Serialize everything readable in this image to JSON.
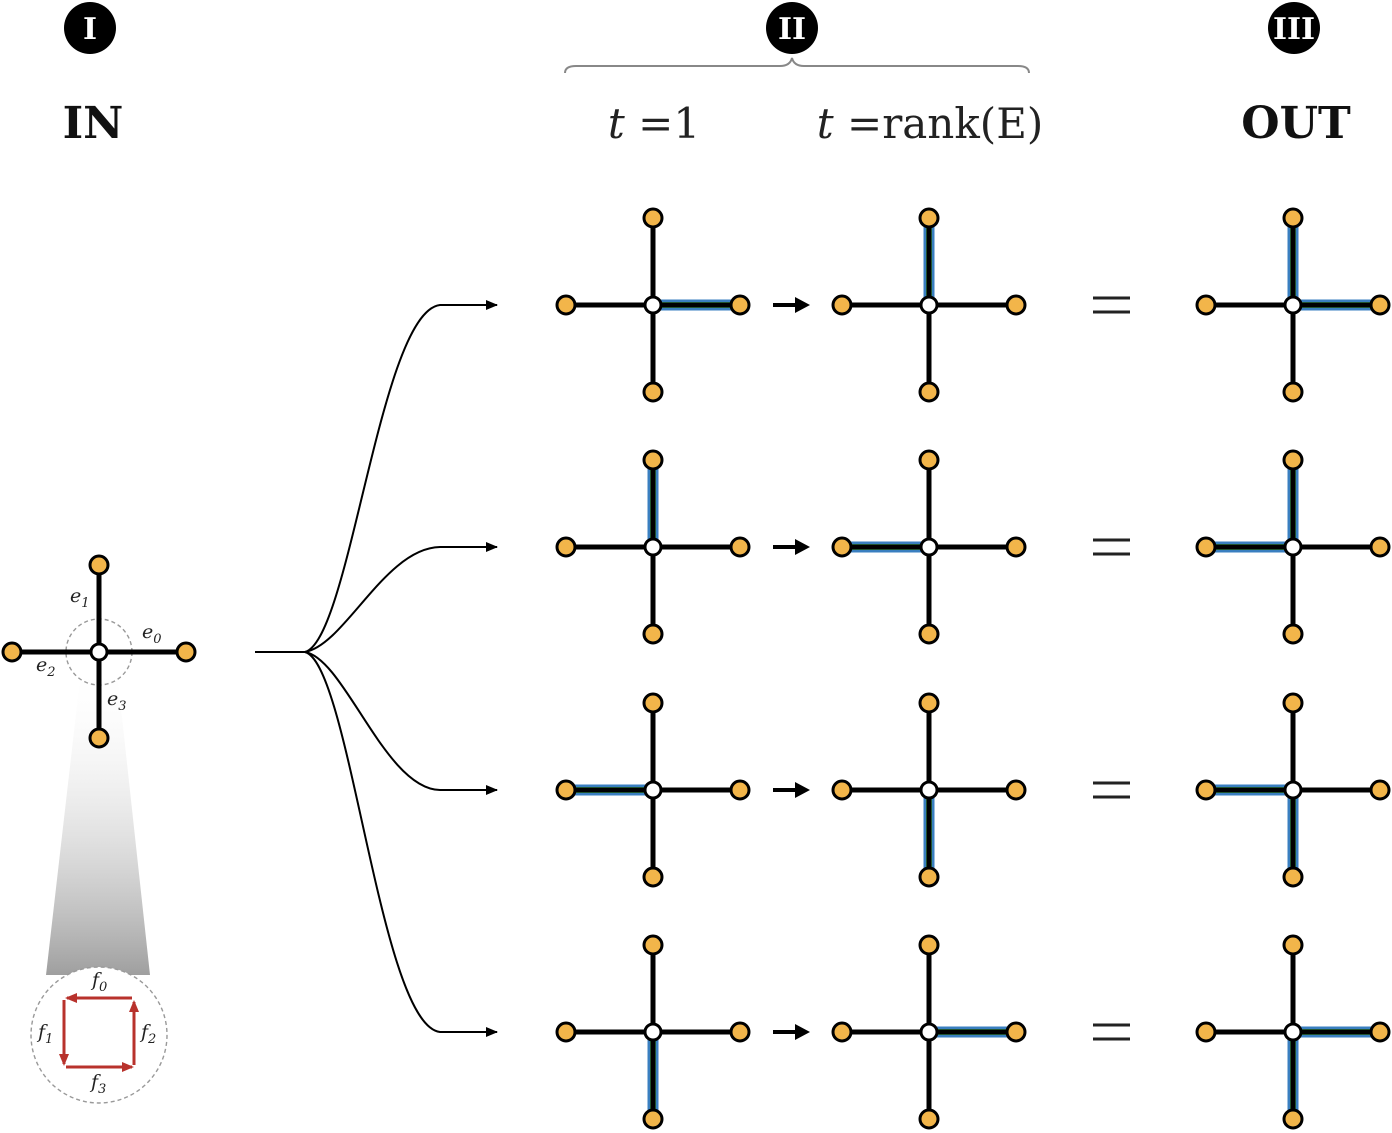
{
  "stages": {
    "stage1": {
      "numeral": "I",
      "label": "IN"
    },
    "stage2": {
      "numeral": "II",
      "t_first": "1",
      "t_last": "rank(E)"
    },
    "stage3": {
      "numeral": "III",
      "label": "OUT"
    }
  },
  "input": {
    "edge_labels": [
      "e",
      "e",
      "e",
      "e"
    ],
    "edge_subscripts": [
      "1",
      "0",
      "2",
      "3"
    ],
    "face_labels": [
      "f",
      "f",
      "f",
      "f"
    ],
    "face_subscripts": [
      "0",
      "1",
      "2",
      "3"
    ]
  },
  "rows": [
    {
      "step1_highlight": "right",
      "step2_highlight": "up",
      "out_highlight": [
        "up",
        "right"
      ]
    },
    {
      "step1_highlight": "up",
      "step2_highlight": "left",
      "out_highlight": [
        "up",
        "left"
      ]
    },
    {
      "step1_highlight": "left",
      "step2_highlight": "down",
      "out_highlight": [
        "left",
        "down"
      ]
    },
    {
      "step1_highlight": "down",
      "step2_highlight": "right",
      "out_highlight": [
        "down",
        "right"
      ]
    }
  ],
  "colors": {
    "node_fill": "#F2B54A",
    "edge": "#000000",
    "highlight_outer": "#3A7FC0",
    "highlight_inner": "#3FA85F",
    "face_arrow": "#B8322C"
  }
}
